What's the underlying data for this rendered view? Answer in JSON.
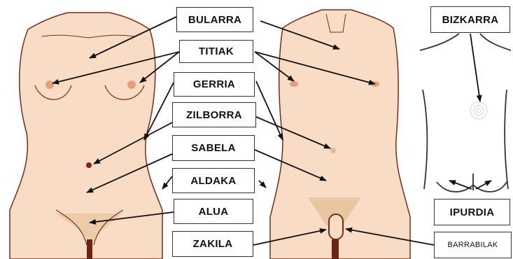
{
  "colors": {
    "skin": "#f9dcc6",
    "outline": "#7a2b14",
    "nipple": "#e8a07a",
    "navel_female": "#8b1a1a",
    "pubic": "#e8c7a0",
    "arrow": "#111111",
    "back_lines": "#333333"
  },
  "labels": {
    "bularra": "BULARRA",
    "titiak": "TITIAK",
    "gerria": "GERRIA",
    "zilborra": "ZILBORRA",
    "sabela": "SABELA",
    "aldaka": "ALDAKA",
    "alua": "ALUA",
    "zakila": "ZAKILA",
    "bizkarra": "BIZKARRA",
    "ipurdia": "IPURDIA",
    "barrabilak": "BARRABILAK"
  }
}
